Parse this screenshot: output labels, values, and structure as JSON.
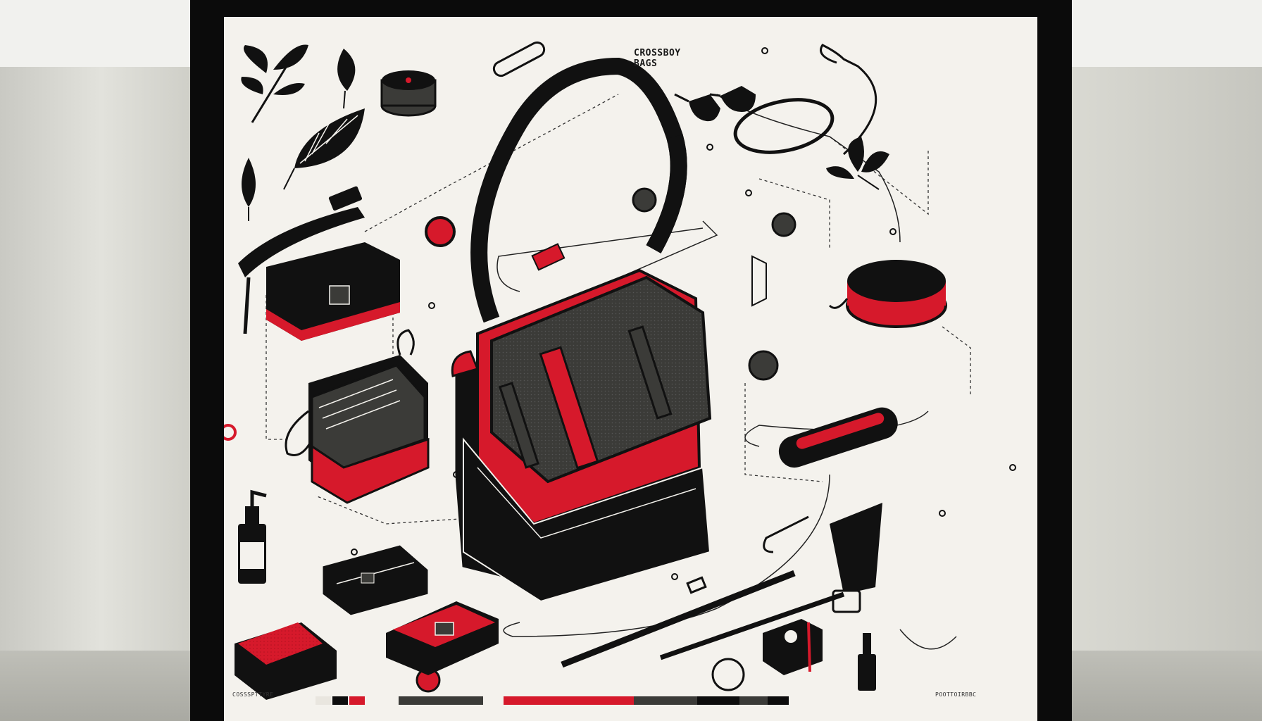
{
  "poster": {
    "title_line1": "CROSSBOY",
    "title_line2": "BAGS",
    "footer_left": "COSSSPTTYRE",
    "footer_right": "POOTTOIRBBC"
  },
  "colors": {
    "red": "#d6192b",
    "black": "#0d0d0d",
    "charcoal": "#3b3b38",
    "paper": "#f4f2ed"
  },
  "palette_swatches": [
    {
      "group": "left",
      "colors": [
        "#e9e6df",
        "#0d0d0d",
        "#d6192b"
      ]
    },
    {
      "group": "middle",
      "colors": [
        "#3b3b38",
        "#3b3b38",
        "#3b3b38"
      ]
    },
    {
      "group": "right",
      "colors": [
        "#d6192b",
        "#d6192b",
        "#d6192b",
        "#3b3b38",
        "#3b3b38",
        "#3b3b38",
        "#0d0d0d",
        "#0d0d0d",
        "#3b3b38",
        "#0d0d0d"
      ]
    }
  ]
}
